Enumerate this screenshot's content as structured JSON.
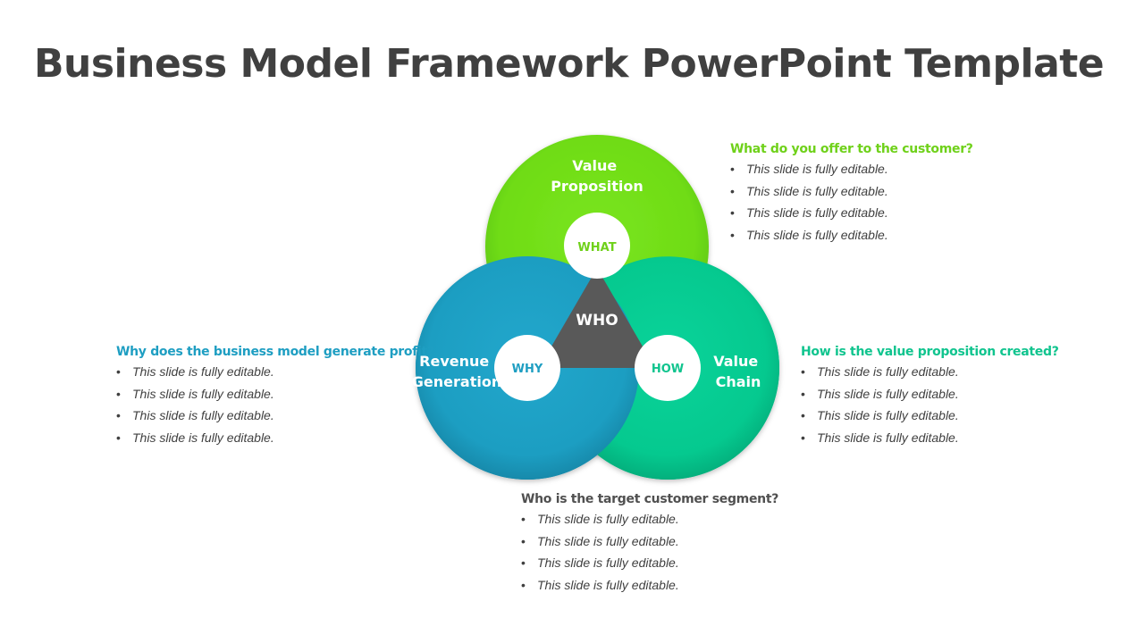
{
  "title": "Business Model Framework PowerPoint Template",
  "colors": {
    "green": "#72dc19",
    "blue": "#1e9ec2",
    "teal": "#06c98f",
    "dark": "#595959"
  },
  "diagram": {
    "center_label": "WHO",
    "circles": {
      "what": {
        "badge": "WHAT",
        "label_lines": [
          "Value",
          "Proposition"
        ]
      },
      "why": {
        "badge": "WHY",
        "label_lines": [
          "Revenue",
          "Generation"
        ]
      },
      "how": {
        "badge": "HOW",
        "label_lines": [
          "Value",
          "Chain"
        ]
      }
    }
  },
  "blocks": {
    "what": {
      "heading": "What do you offer to the customer?",
      "items": [
        "This slide is fully editable.",
        "This slide is fully editable.",
        "This slide is fully editable.",
        "This slide is fully editable."
      ]
    },
    "why": {
      "heading": "Why does the business model generate profit?",
      "items": [
        "This slide is fully editable.",
        "This slide is fully editable.",
        "This slide is fully editable.",
        "This slide is fully editable."
      ]
    },
    "how": {
      "heading": "How is the value proposition created?",
      "items": [
        "This slide is fully editable.",
        "This slide is fully editable.",
        "This slide is fully editable.",
        "This slide is fully editable."
      ]
    },
    "who": {
      "heading": "Who is the target customer segment?",
      "items": [
        "This slide is fully editable.",
        "This slide is fully editable.",
        "This slide is fully editable.",
        "This slide is fully editable."
      ]
    }
  }
}
